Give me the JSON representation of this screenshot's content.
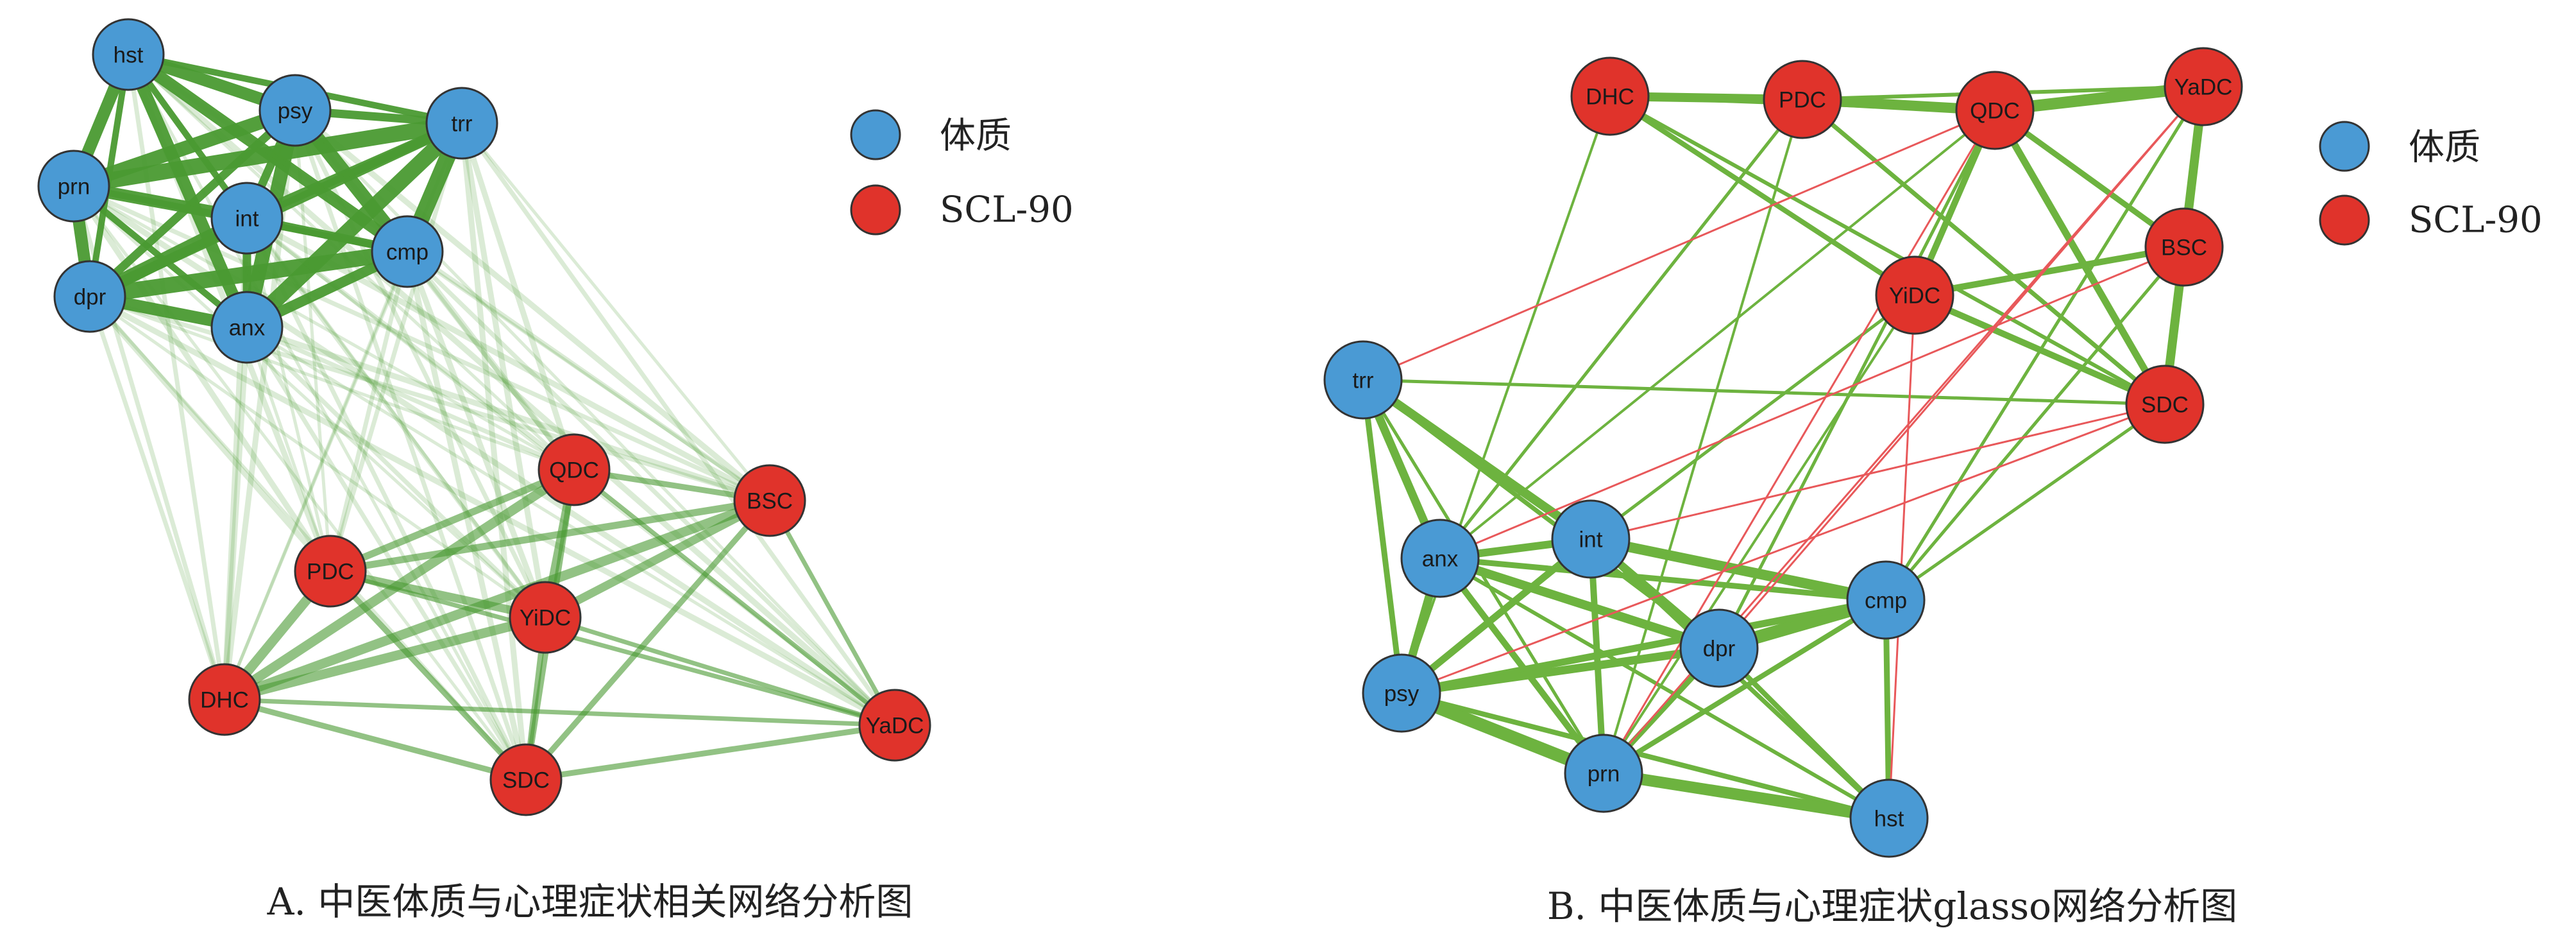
{
  "legend": {
    "constitution_label": "体质",
    "scl_label": "SCL-90",
    "constitution_color": "#4a9ad4",
    "scl_color": "#e0332b"
  },
  "edge_colors": {
    "positive": "#4a9a32",
    "positive_b": "#6db33f",
    "negative": "#e8585a"
  },
  "panel_a": {
    "caption": "A. 中医体质与心理症状相关网络分析图",
    "nodes": [
      {
        "id": "hst",
        "label": "hst",
        "group": "constitution"
      },
      {
        "id": "psy",
        "label": "psy",
        "group": "constitution"
      },
      {
        "id": "trr",
        "label": "trr",
        "group": "constitution"
      },
      {
        "id": "prn",
        "label": "prn",
        "group": "constitution"
      },
      {
        "id": "int",
        "label": "int",
        "group": "constitution"
      },
      {
        "id": "cmp",
        "label": "cmp",
        "group": "constitution"
      },
      {
        "id": "dpr",
        "label": "dpr",
        "group": "constitution"
      },
      {
        "id": "anx",
        "label": "anx",
        "group": "constitution"
      },
      {
        "id": "QDC",
        "label": "QDC",
        "group": "scl"
      },
      {
        "id": "BSC",
        "label": "BSC",
        "group": "scl"
      },
      {
        "id": "PDC",
        "label": "PDC",
        "group": "scl"
      },
      {
        "id": "YiDC",
        "label": "YiDC",
        "group": "scl"
      },
      {
        "id": "DHC",
        "label": "DHC",
        "group": "scl"
      },
      {
        "id": "YaDC",
        "label": "YaDC",
        "group": "scl"
      },
      {
        "id": "SDC",
        "label": "SDC",
        "group": "scl"
      }
    ]
  },
  "panel_b": {
    "caption": "B. 中医体质与心理症状glasso网络分析图",
    "nodes": [
      {
        "id": "DHC",
        "label": "DHC",
        "group": "scl"
      },
      {
        "id": "PDC",
        "label": "PDC",
        "group": "scl"
      },
      {
        "id": "QDC",
        "label": "QDC",
        "group": "scl"
      },
      {
        "id": "YaDC",
        "label": "YaDC",
        "group": "scl"
      },
      {
        "id": "BSC",
        "label": "BSC",
        "group": "scl"
      },
      {
        "id": "YiDC",
        "label": "YiDC",
        "group": "scl"
      },
      {
        "id": "SDC",
        "label": "SDC",
        "group": "scl"
      },
      {
        "id": "trr",
        "label": "trr",
        "group": "constitution"
      },
      {
        "id": "anx",
        "label": "anx",
        "group": "constitution"
      },
      {
        "id": "int",
        "label": "int",
        "group": "constitution"
      },
      {
        "id": "cmp",
        "label": "cmp",
        "group": "constitution"
      },
      {
        "id": "dpr",
        "label": "dpr",
        "group": "constitution"
      },
      {
        "id": "psy",
        "label": "psy",
        "group": "constitution"
      },
      {
        "id": "prn",
        "label": "prn",
        "group": "constitution"
      },
      {
        "id": "hst",
        "label": "hst",
        "group": "constitution"
      }
    ]
  }
}
